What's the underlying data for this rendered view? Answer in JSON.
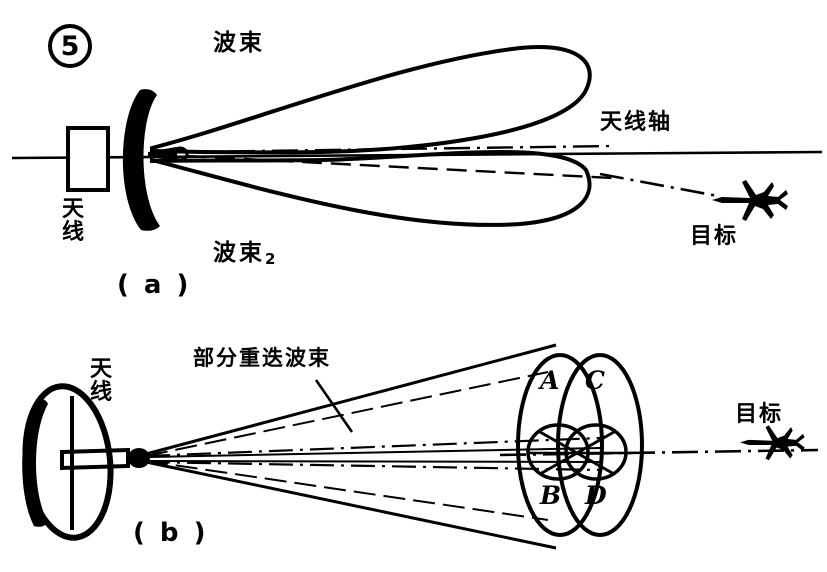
{
  "figure": {
    "number": "5",
    "panels": [
      {
        "id": "a",
        "caption": "( a )"
      },
      {
        "id": "b",
        "caption": "( b )"
      }
    ]
  },
  "panel_a": {
    "beam1_label": "波束",
    "beam2_label": "波束",
    "beam2_subscript": "2",
    "antenna_label_chars": [
      "天",
      "线"
    ],
    "axis_label": "天线轴",
    "target_label": "目标",
    "icons": {
      "dish": "parabolic-dish-icon",
      "feed": "waveguide-feed-icon",
      "aircraft": "aircraft-target-icon"
    }
  },
  "panel_b": {
    "antenna_label_chars": [
      "天",
      "线"
    ],
    "overlap_label": "部分重迭波束",
    "target_label": "目标",
    "lobe_letters": [
      "A",
      "C",
      "B",
      "D"
    ],
    "icons": {
      "dish": "parabolic-dish-icon",
      "feed": "waveguide-feed-icon",
      "aircraft": "aircraft-target-icon"
    }
  },
  "style": {
    "ink": "#000000",
    "paper": "#ffffff"
  }
}
